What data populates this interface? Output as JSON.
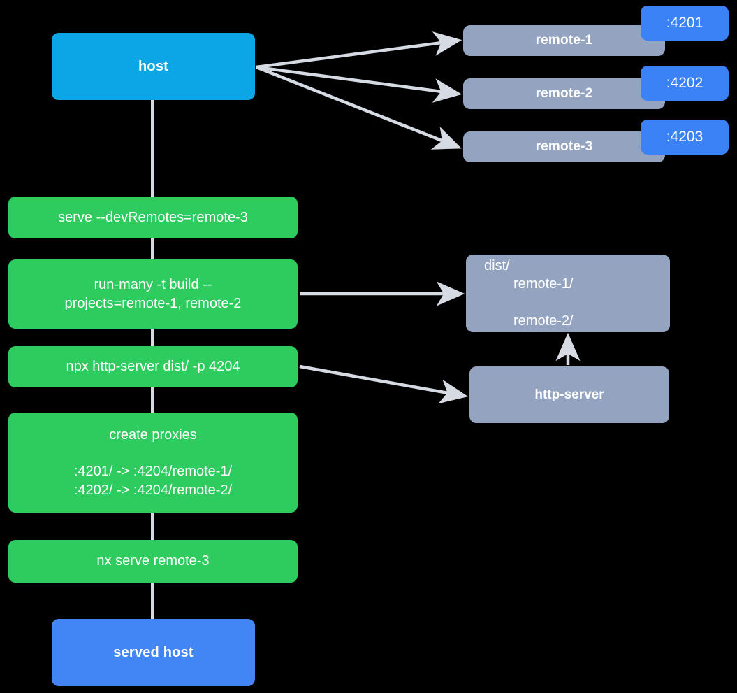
{
  "diagram": {
    "title": "nx module federation dev serve flow",
    "background": "#000000",
    "colors": {
      "host": "#0ca5e5",
      "served_host": "#4285f4",
      "remote": "#94a3bf",
      "port_badge": "#3b82f6",
      "command": "#2ecb5f",
      "artifact": "#94a3bf",
      "edge": "#d5dae3",
      "text": "#ffffff"
    }
  },
  "nodes": {
    "host": {
      "label": "host"
    },
    "served_host": {
      "label": "served host"
    },
    "remotes": [
      {
        "label": "remote-1",
        "port": ":4201"
      },
      {
        "label": "remote-2",
        "port": ":4202"
      },
      {
        "label": "remote-3",
        "port": ":4203"
      }
    ],
    "commands": [
      {
        "label": "serve --devRemotes=remote-3"
      },
      {
        "label": "run-many -t build --\nprojects=remote-1, remote-2"
      },
      {
        "label": "npx http-server dist/ -p 4204"
      },
      {
        "title": "create proxies",
        "lines": [
          ":4201/ -> :4204/remote-1/",
          ":4202/ -> :4204/remote-2/"
        ]
      },
      {
        "label": "nx serve remote-3"
      }
    ],
    "artifacts": {
      "dist": {
        "root": "dist/",
        "children": [
          "remote-1/",
          "remote-2/"
        ]
      },
      "http_server": {
        "label": "http-server"
      }
    }
  },
  "edges": [
    {
      "from": "host",
      "to": "remote-1",
      "kind": "arrow"
    },
    {
      "from": "host",
      "to": "remote-2",
      "kind": "arrow"
    },
    {
      "from": "host",
      "to": "remote-3",
      "kind": "arrow"
    },
    {
      "from": "run-many",
      "to": "dist",
      "kind": "arrow"
    },
    {
      "from": "npx-http-server",
      "to": "http-server",
      "kind": "arrow"
    },
    {
      "from": "http-server",
      "to": "dist",
      "kind": "arrow"
    },
    {
      "from": "host",
      "to": "served-host",
      "kind": "pipeline"
    }
  ]
}
